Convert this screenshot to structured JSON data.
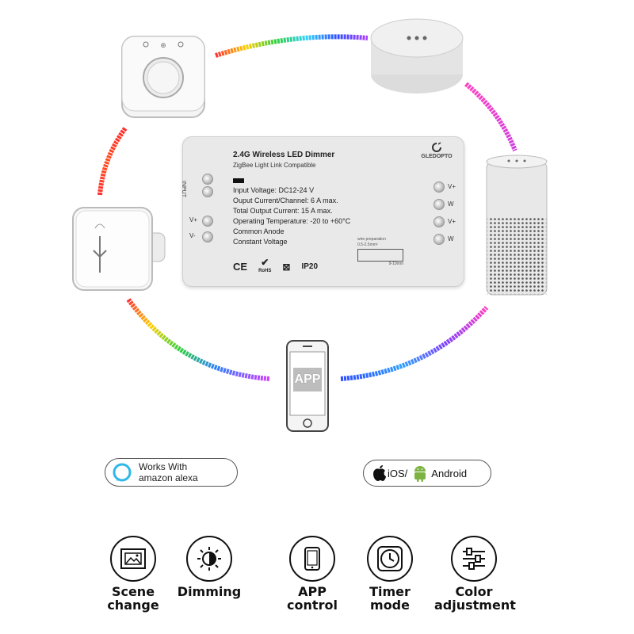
{
  "controller": {
    "title": "2.4G Wireless LED Dimmer",
    "subtitle": "ZigBee Light Link Compatible",
    "brand": "GLEDOPTO",
    "input_label": "INPUT",
    "specs": [
      "Input Voltage: DC12-24 V",
      "Ouput Current/Channel: 6 A max.",
      "Total Output Current:  15 A max.",
      "Operating Temperature: -20 to +60°C",
      "Common Anode",
      "Constant Voltage"
    ],
    "left_terminals": [
      "V+",
      "V-"
    ],
    "right_terminals": [
      "V+",
      "W",
      "V+",
      "W"
    ],
    "marks": [
      "CE",
      "RoHS",
      "IP20"
    ],
    "wiring_note": "wire preparation",
    "wiring_spec": "0.5-2.5mm²",
    "strip_length": "9-10mm"
  },
  "phone": {
    "screen_text": "APP"
  },
  "badges": {
    "alexa_line1": "Works With",
    "alexa_line2": "amazon alexa",
    "ios": "iOS/",
    "android": "Android"
  },
  "features": [
    {
      "icon": "scene-icon",
      "line1": "Scene",
      "line2": "change"
    },
    {
      "icon": "dimming-icon",
      "line1": "Dimming",
      "line2": ""
    },
    {
      "icon": "phone-icon",
      "line1": "APP",
      "line2": "control"
    },
    {
      "icon": "clock-icon",
      "line1": "Timer",
      "line2": "mode"
    },
    {
      "icon": "sliders-icon",
      "line1": "Color",
      "line2": "adjustment"
    }
  ],
  "colors": {
    "arc_gradient": [
      "#ff2a2a",
      "#ffd000",
      "#2ecc40",
      "#2a6bff",
      "#c040ff",
      "#ff40c0"
    ],
    "alexa": "#2fb7e8",
    "android": "#7cb342"
  }
}
